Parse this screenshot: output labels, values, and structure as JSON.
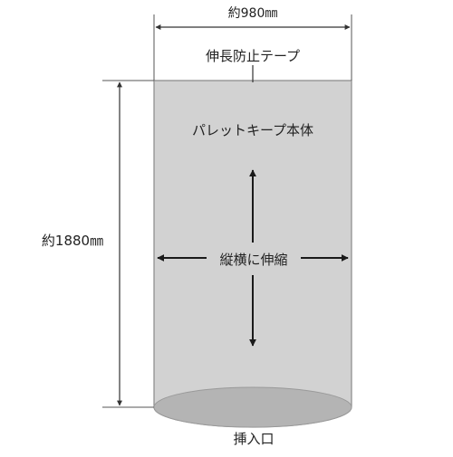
{
  "dimensions": {
    "width_label": "約980㎜",
    "height_label": "約1880㎜"
  },
  "labels": {
    "tape": "伸長防止テープ",
    "body": "パレットキープ本体",
    "stretch": "縦横に伸縮",
    "inlet": "挿入口"
  },
  "colors": {
    "bag_fill": "#d2d2d2",
    "bottom_ellipse": "#b4b4b4",
    "outline": "#8a8a8a",
    "arrows": "#1a1a1a"
  }
}
